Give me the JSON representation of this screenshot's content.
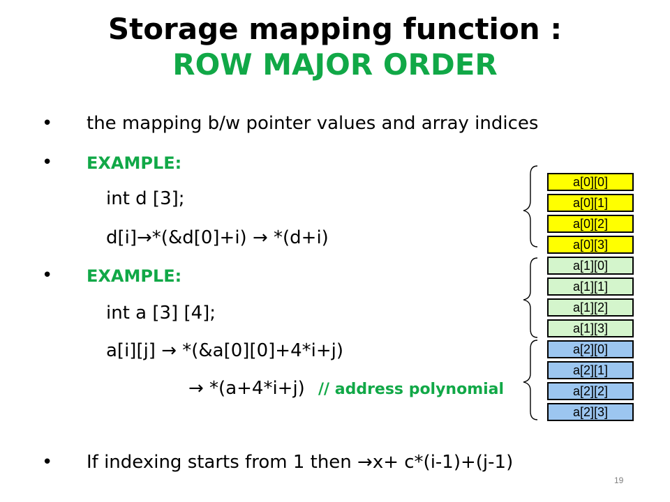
{
  "title": {
    "line1": "Storage mapping function :",
    "line2": "ROW MAJOR ORDER"
  },
  "bullets": [
    {
      "marker": "•",
      "text": "the mapping b/w pointer values and array indices"
    },
    {
      "marker": "•",
      "text": "EXAMPLE:"
    },
    {
      "marker": "•",
      "text": "EXAMPLE:"
    },
    {
      "marker": "•",
      "text": "If indexing starts from 1 then →x+ c*(i-1)+(j-1)"
    }
  ],
  "code": {
    "line1": "int d [3];",
    "line2": "d[i]→*(&d[0]+i)  → *(d+i)",
    "line3": "int a [3] [4];",
    "line4": "a[i][j]  → *(&a[0][0]+4*i+j)",
    "line5": "→ *(a+4*i+j)",
    "comment": "// address polynomial"
  },
  "cells": [
    {
      "label": "a[0][0]",
      "color": "#ffff00"
    },
    {
      "label": "a[0][1]",
      "color": "#ffff00"
    },
    {
      "label": "a[0][2]",
      "color": "#ffff00"
    },
    {
      "label": "a[0][3]",
      "color": "#ffff00"
    },
    {
      "label": "a[1][0]",
      "color": "#d4f5cc"
    },
    {
      "label": "a[1][1]",
      "color": "#d4f5cc"
    },
    {
      "label": "a[1][2]",
      "color": "#d4f5cc"
    },
    {
      "label": "a[1][3]",
      "color": "#d4f5cc"
    },
    {
      "label": "a[2][0]",
      "color": "#9cc6f0"
    },
    {
      "label": "a[2][1]",
      "color": "#9cc6f0"
    },
    {
      "label": "a[2][2]",
      "color": "#9cc6f0"
    },
    {
      "label": "a[2][3]",
      "color": "#9cc6f0"
    }
  ],
  "page_number": "19",
  "colors": {
    "accent_green": "#11a847"
  }
}
